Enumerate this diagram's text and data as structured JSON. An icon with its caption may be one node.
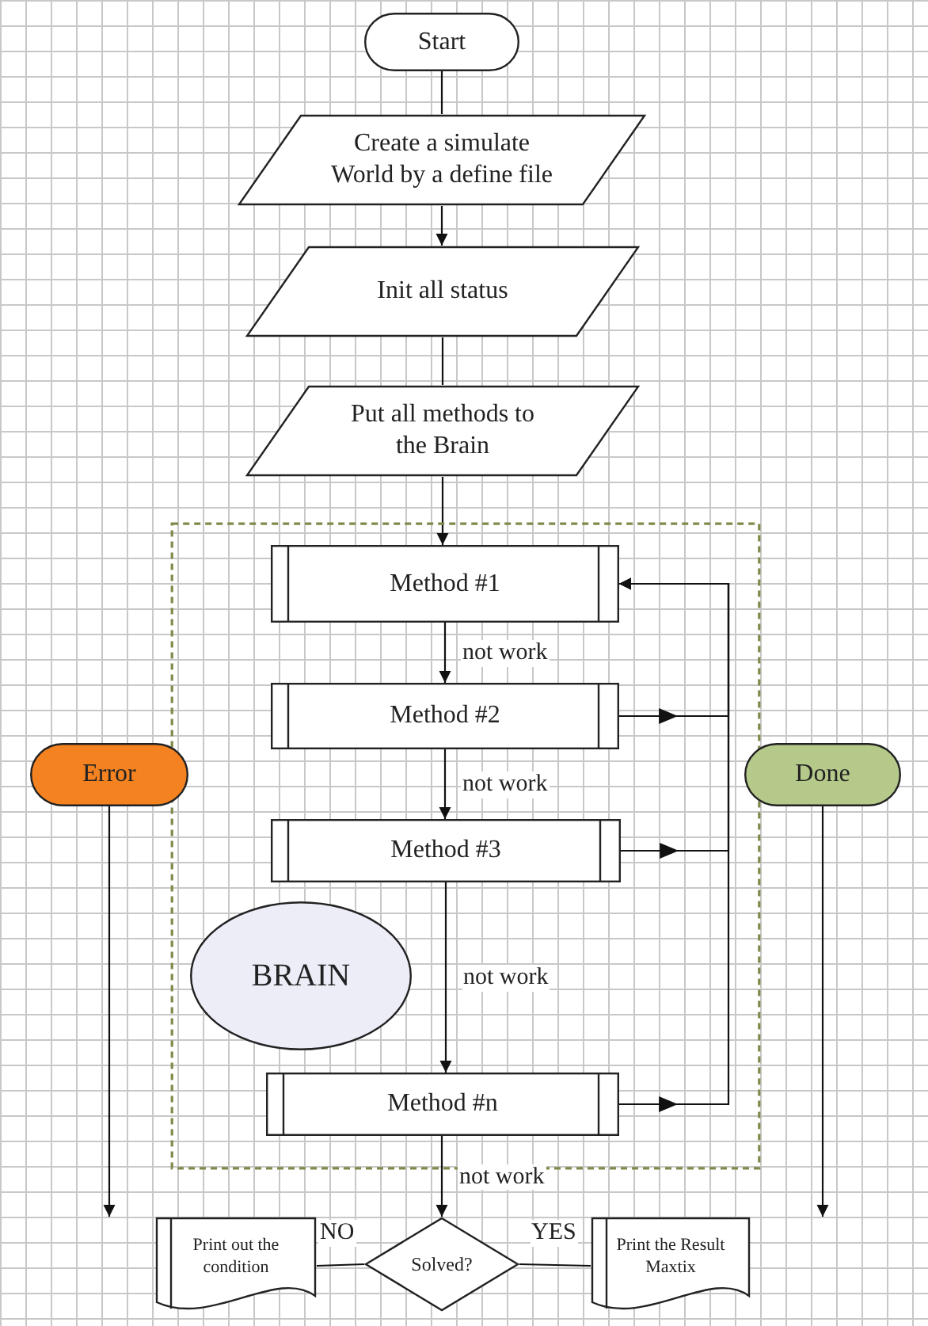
{
  "diagram": {
    "nodes": [
      {
        "text": [
          "Start"
        ]
      },
      {
        "text": [
          "Create a simulate World by a define file"
        ]
      },
      {
        "text": [
          "Init all status"
        ]
      },
      {
        "text": [
          "Put all methods to the Brain"
        ]
      },
      {
        "text": [],
        "shape": "box"
      },
      {
        "text": [
          "Method #1"
        ],
        "in": 4
      },
      {
        "text": [
          "Method #2"
        ],
        "in": 4
      },
      {
        "text": [
          "Method #3"
        ],
        "in": 4
      },
      {
        "text": [
          "BRAIN"
        ],
        "in": 4
      },
      {
        "text": [
          "Method #n"
        ],
        "in": 4
      },
      {
        "text": [
          "Error"
        ]
      },
      {
        "text": [
          "Done"
        ]
      },
      {
        "text": [
          "Print out the condition"
        ]
      },
      {
        "text": [
          "Solved?"
        ]
      },
      {
        "text": [
          "Print the Result Maxtix"
        ]
      }
    ],
    "edges": [
      {
        "from": 0,
        "to": 1,
        "arrow": "none"
      },
      {
        "from": 1,
        "to": 2,
        "arrow": "to"
      },
      {
        "from": 2,
        "to": 3,
        "arrow": "none"
      },
      {
        "from": 3,
        "to": 5,
        "arrow": "to"
      },
      {
        "from": 5,
        "to": 6,
        "arrow": "to",
        "label": "not work"
      },
      {
        "from": 6,
        "to": 7,
        "arrow": "to",
        "label": "not work"
      },
      {
        "from": 7,
        "to": 9,
        "arrow": "to",
        "label": "not work"
      },
      {
        "from": 9,
        "to": 13,
        "arrow": "to",
        "label": "not work"
      },
      {
        "from": 6,
        "to": 5,
        "arrow": "to"
      },
      {
        "from": 7,
        "to": 5,
        "arrow": "to"
      },
      {
        "from": 9,
        "to": 5,
        "arrow": "to"
      },
      {
        "from": 13,
        "to": 12,
        "arrow": "none",
        "label": "NO"
      },
      {
        "from": 13,
        "to": 14,
        "arrow": "none",
        "label": "YES"
      },
      {
        "from": 10,
        "to": 12,
        "arrow": "to"
      },
      {
        "from": 11,
        "to": 14,
        "arrow": "to"
      }
    ]
  }
}
